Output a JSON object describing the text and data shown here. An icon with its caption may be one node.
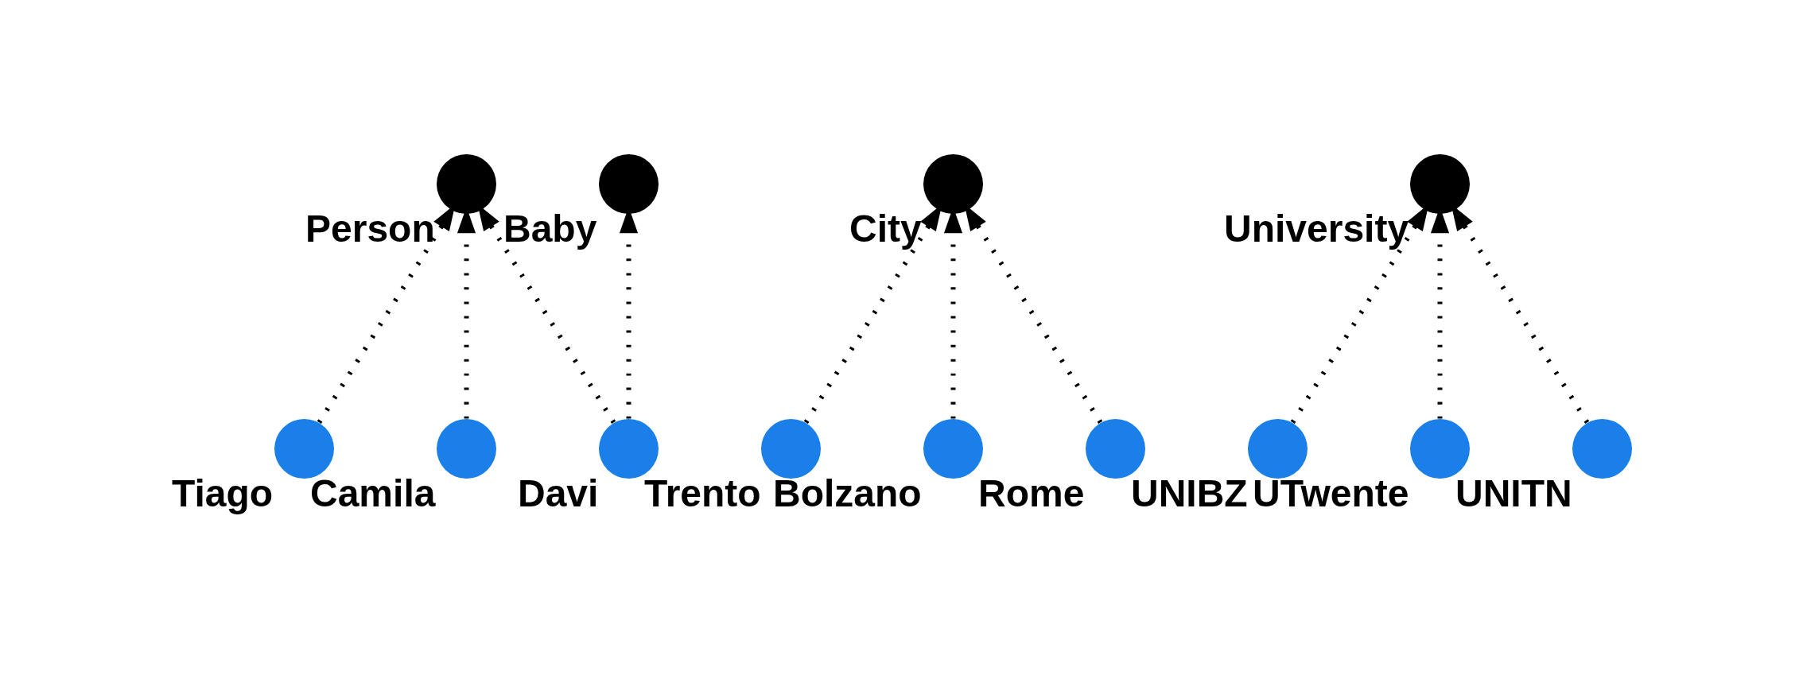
{
  "diagram": {
    "nodes": [
      {
        "text": [
          "Person"
        ]
      },
      {
        "text": [
          "Baby"
        ]
      },
      {
        "text": [
          "City"
        ]
      },
      {
        "text": [
          "University"
        ]
      },
      {
        "text": [
          "Tiago"
        ]
      },
      {
        "text": [
          "Camila"
        ]
      },
      {
        "text": [
          "Davi"
        ]
      },
      {
        "text": [
          "Trento"
        ]
      },
      {
        "text": [
          "Bolzano"
        ]
      },
      {
        "text": [
          "Rome"
        ]
      },
      {
        "text": [
          "UNIBZ"
        ]
      },
      {
        "text": [
          "UTwente"
        ]
      },
      {
        "text": [
          "UNITN"
        ]
      }
    ],
    "edges": [
      {
        "from": 4,
        "to": 0,
        "arrow": "to"
      },
      {
        "from": 5,
        "to": 0,
        "arrow": "to"
      },
      {
        "from": 6,
        "to": 0,
        "arrow": "to"
      },
      {
        "from": 6,
        "to": 1,
        "arrow": "to"
      },
      {
        "from": 7,
        "to": 2,
        "arrow": "to"
      },
      {
        "from": 8,
        "to": 2,
        "arrow": "to"
      },
      {
        "from": 9,
        "to": 2,
        "arrow": "to"
      },
      {
        "from": 10,
        "to": 3,
        "arrow": "to"
      },
      {
        "from": 11,
        "to": 3,
        "arrow": "to"
      },
      {
        "from": 12,
        "to": 3,
        "arrow": "to"
      }
    ]
  }
}
